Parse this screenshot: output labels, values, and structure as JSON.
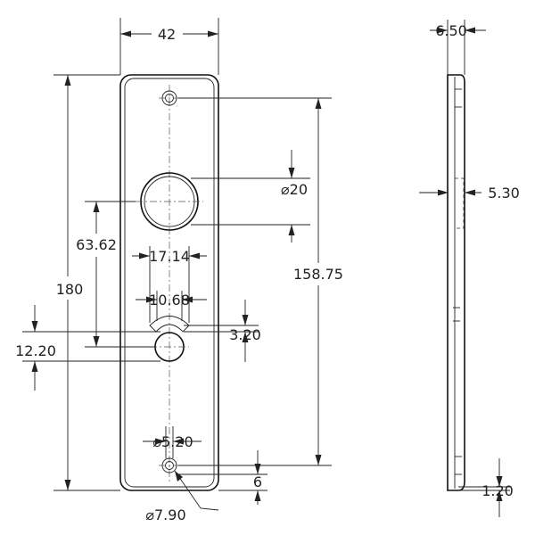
{
  "drawing": {
    "front_view": {
      "dim_width": "42",
      "dim_height": "180",
      "dim_hole_span": "158.75",
      "dim_large_hole": "⌀20",
      "dim_upper_offset": "63.62",
      "dim_slot_outer": "17.14",
      "dim_slot_inner": "10.68",
      "dim_slot_gap": "3.20",
      "dim_lower_offset": "12.20",
      "dim_small_hole": "⌀5.20",
      "dim_bottom_offset": "6",
      "dim_counterbore": "⌀7.90"
    },
    "side_view": {
      "dim_thickness": "6.50",
      "dim_boss": "5.30",
      "dim_plate": "1.20"
    }
  }
}
